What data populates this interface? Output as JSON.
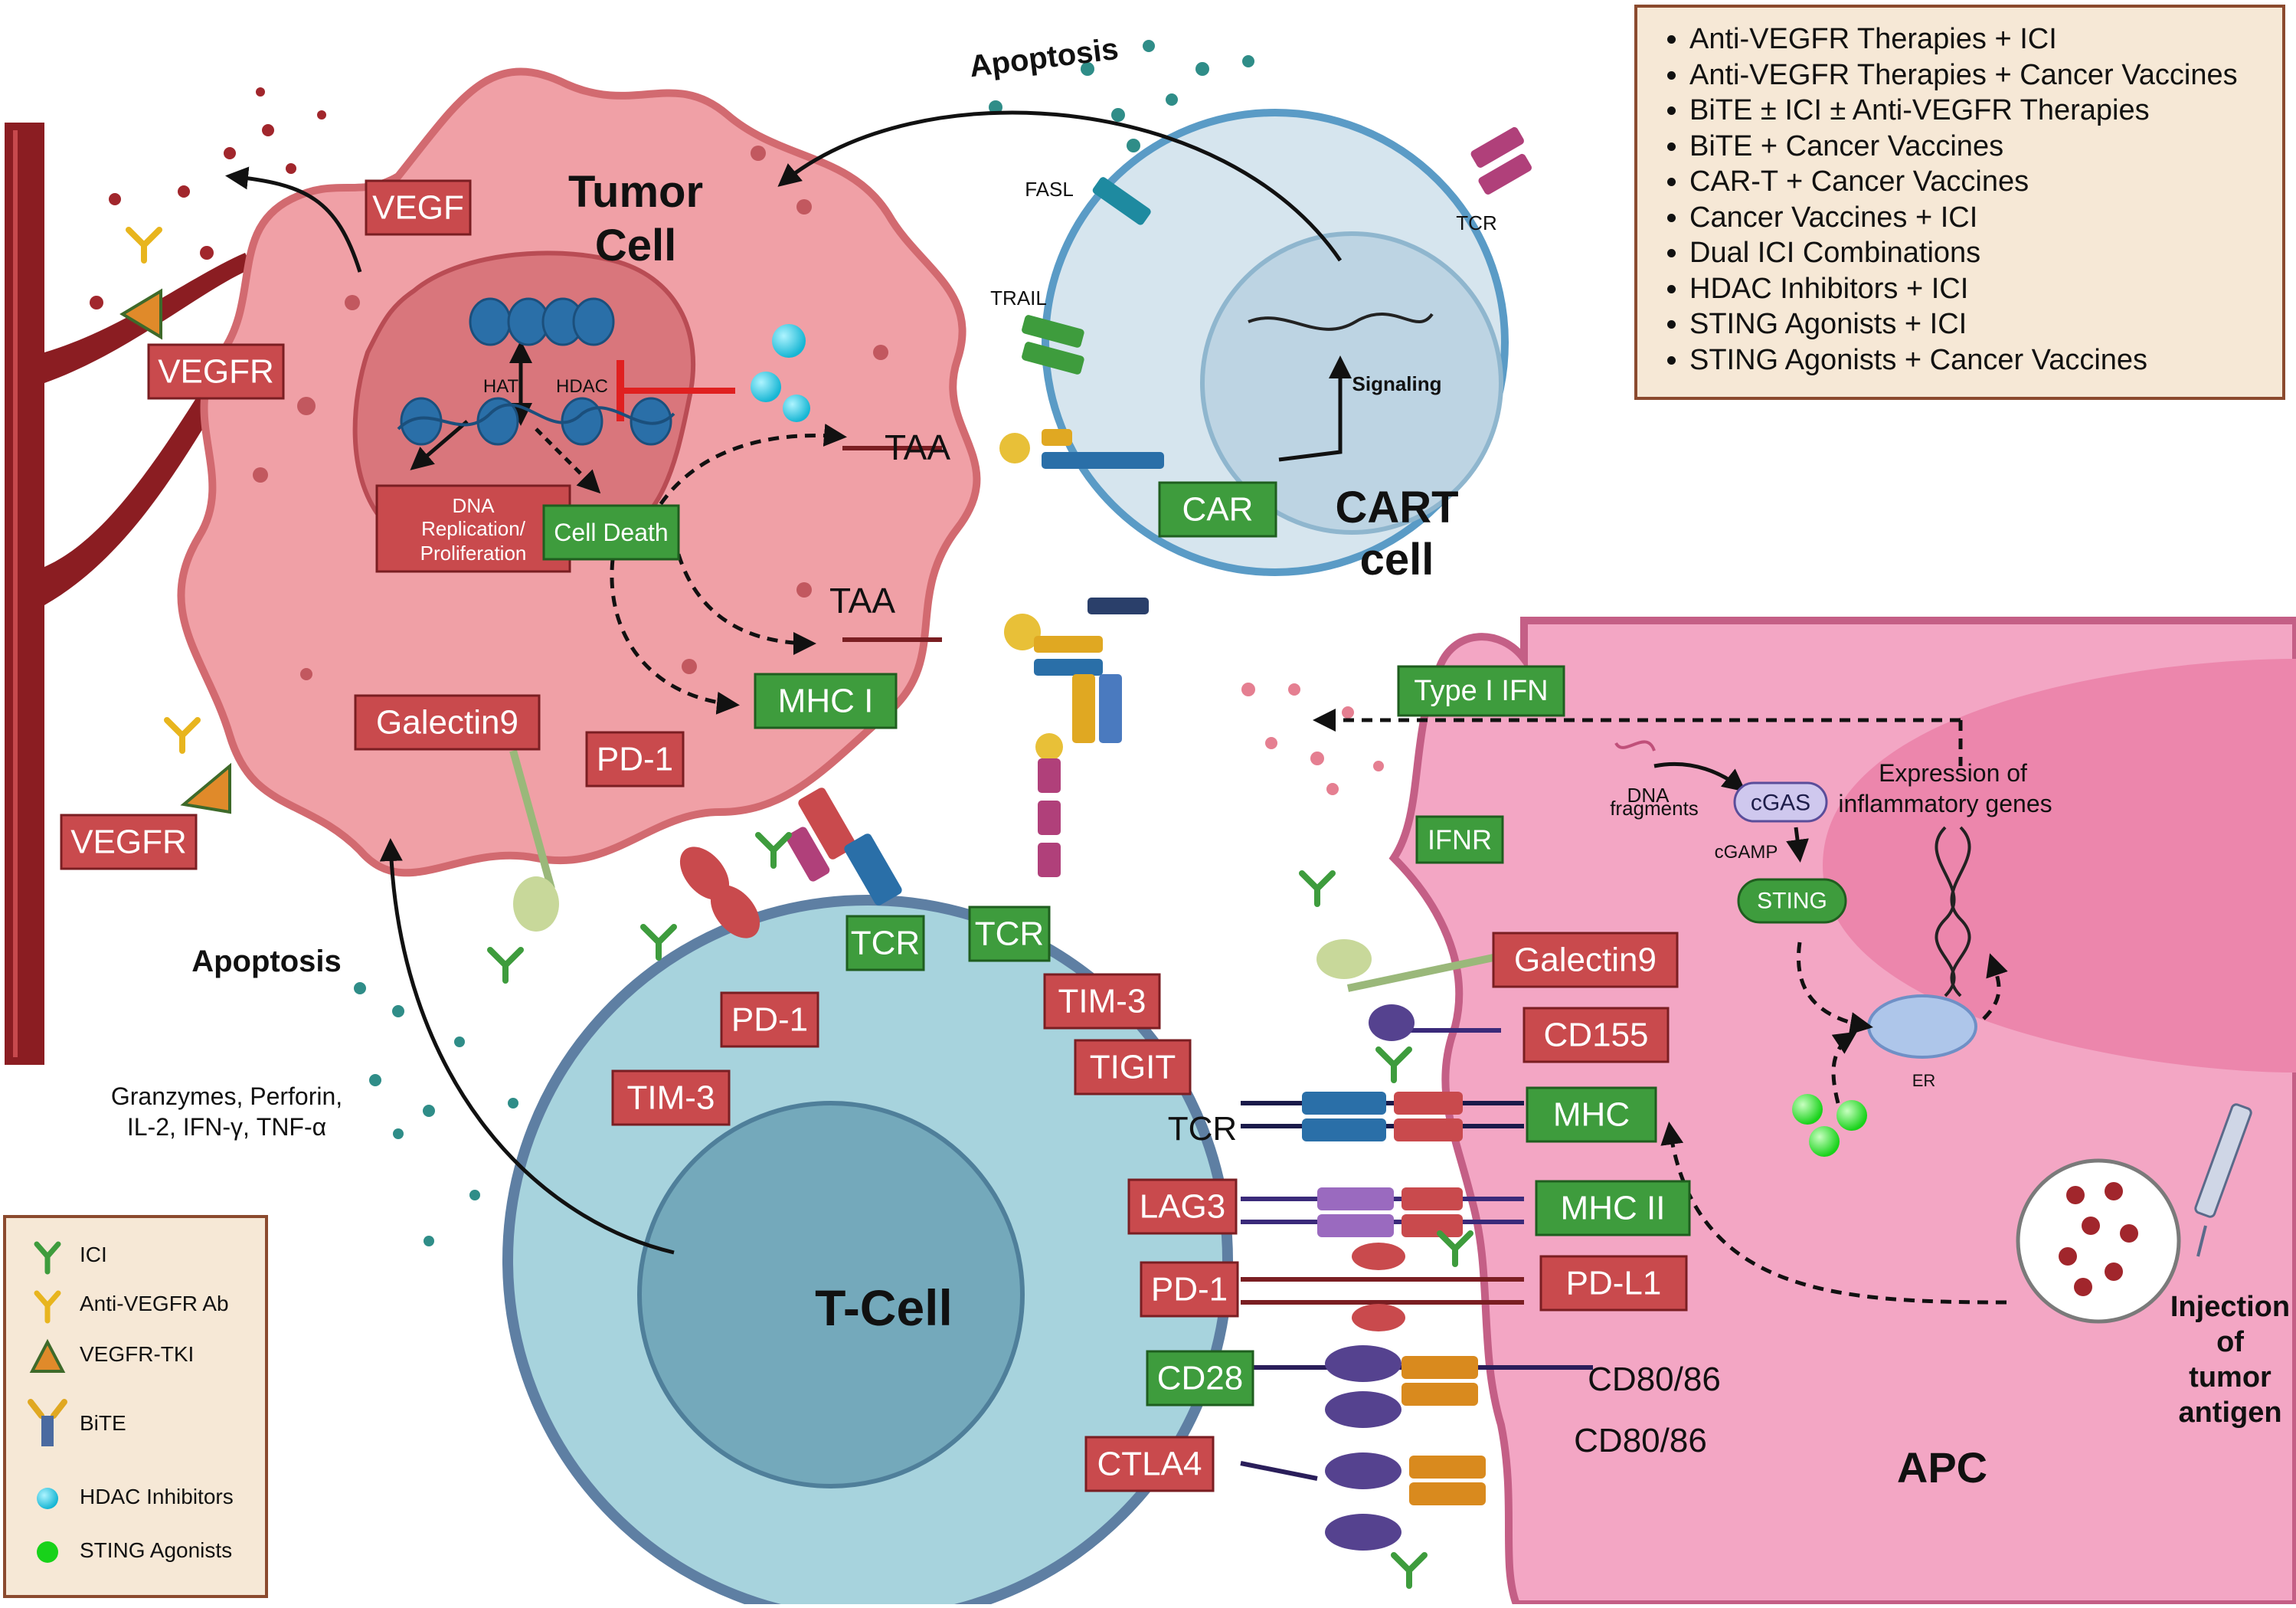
{
  "combinations": [
    "Anti-VEGFR Therapies + ICI",
    "Anti-VEGFR Therapies + Cancer Vaccines",
    "BiTE ± ICI ± Anti-VEGFR Therapies",
    "BiTE + Cancer Vaccines",
    "CAR-T + Cancer Vaccines",
    "Cancer Vaccines + ICI",
    "Dual ICI Combinations",
    "HDAC Inhibitors + ICI",
    "STING Agonists + ICI",
    "STING Agonists + Cancer Vaccines"
  ],
  "legend": {
    "ici": "ICI",
    "anti_vegfr_ab": "Anti-VEGFR Ab",
    "vegfr_tki": "VEGFR-TKI",
    "bite": "BiTE",
    "hdac": "HDAC Inhibitors",
    "sting": "STING Agonists"
  },
  "tumor": {
    "title_line1": "Tumor",
    "title_line2": "Cell",
    "vegf": "VEGF",
    "vegfr": "VEGFR",
    "hat": "HAT",
    "hdac": "HDAC",
    "dna_rep_1": "DNA",
    "dna_rep_2": "Replication/",
    "dna_rep_3": "Proliferation",
    "cell_death": "Cell Death",
    "taa": "TAA",
    "mhc1": "MHC I",
    "galectin9": "Galectin9",
    "pd1": "PD-1"
  },
  "cart": {
    "title_line1": "CART",
    "title_line2": "cell",
    "fasl": "FASL",
    "trail": "TRAIL",
    "tcr": "TCR",
    "signaling": "Signaling",
    "car": "CAR"
  },
  "tcell": {
    "title": "T-Cell",
    "tcr": "TCR",
    "pd1": "PD-1",
    "tim3": "TIM-3",
    "tigit": "TIGIT",
    "lag3": "LAG3",
    "cd28": "CD28",
    "ctla4": "CTLA4",
    "granzymes_1": "Granzymes, Perforin,",
    "granzymes_2": "IL-2, IFN-γ, TNF-α"
  },
  "apc": {
    "title": "APC",
    "type1ifn": "Type I IFN",
    "ifnr": "IFNR",
    "dna_frag_1": "DNA",
    "dna_frag_2": "fragments",
    "cgas": "cGAS",
    "cgamp": "cGAMP",
    "sting": "STING",
    "expr_1": "Expression of",
    "expr_2": "inflammatory genes",
    "er": "ER",
    "galectin9": "Galectin9",
    "cd155": "CD155",
    "mhc": "MHC",
    "mhc2": "MHC II",
    "pdl1": "PD-L1",
    "cd8086_a": "CD80/86",
    "cd8086_b": "CD80/86"
  },
  "apoptosis_top": "Apoptosis",
  "apoptosis_left": "Apoptosis",
  "injection_1": "Injection",
  "injection_2": "of",
  "injection_3": "tumor",
  "injection_4": "antigen"
}
